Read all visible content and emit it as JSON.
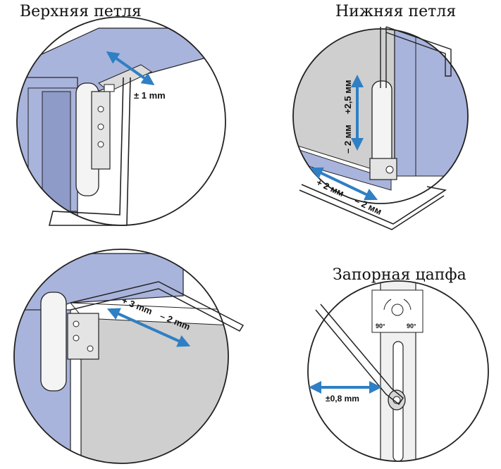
{
  "panels": {
    "top_hinge": {
      "title": "Верхняя петля",
      "adjust_label": "± 1 mm"
    },
    "bottom_hinge": {
      "title": "Нижняя петля",
      "vertical_up_label": "+2,5 мм",
      "vertical_down_label": "– 2 мм",
      "horizontal_plus_label": "+ 2 мм",
      "horizontal_minus_label": "– 2 мм"
    },
    "side_hinge": {
      "plus_label": "+ 3 mm",
      "minus_label": "– 2 mm"
    },
    "locking_pin": {
      "title": "Запорная цапфа",
      "adjust_label": "±0,8 mm",
      "angle_left_label": "90°",
      "angle_right_label": "90°"
    }
  },
  "colors": {
    "frame_blue": "#a9b4dc",
    "sash_gray": "#cfcfcf",
    "arrow_blue": "#2f7fc4",
    "outline": "#222222"
  }
}
